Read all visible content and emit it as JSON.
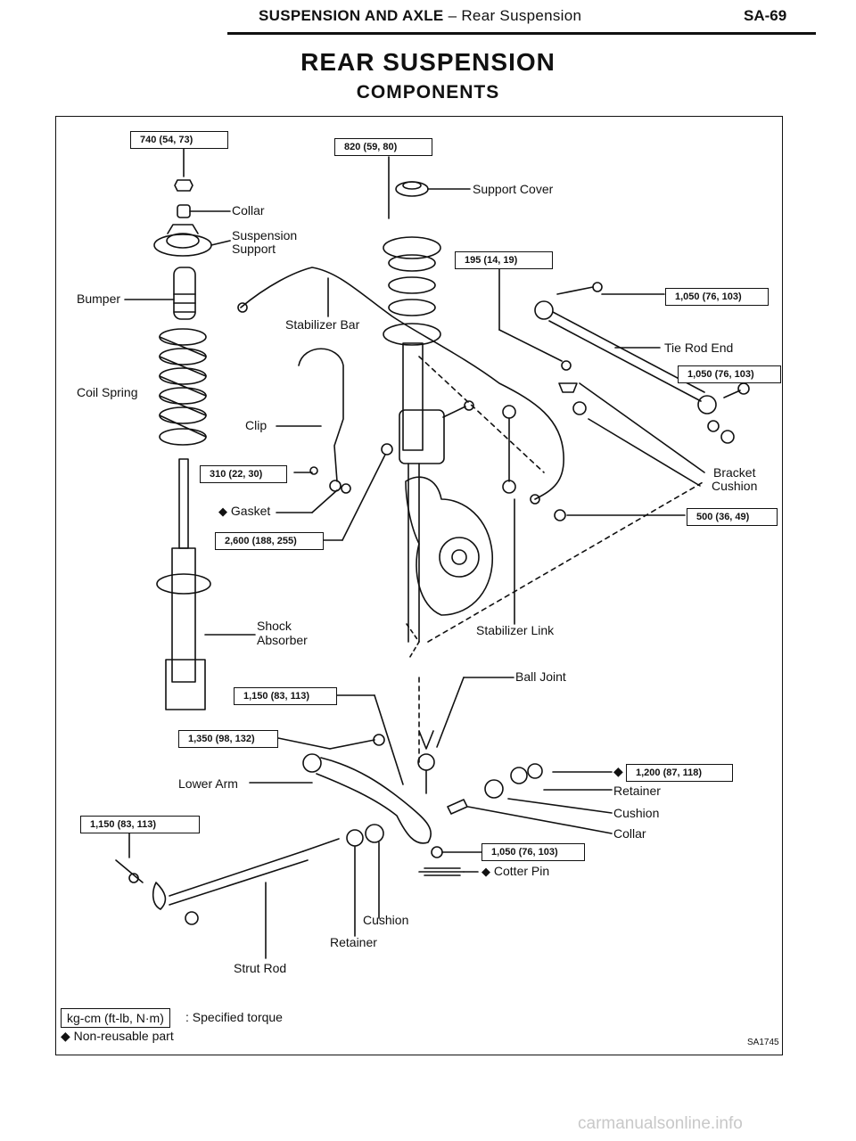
{
  "header": {
    "section": "SUSPENSION AND AXLE",
    "separator": "–",
    "subsection": "Rear Suspension",
    "page": "SA-69"
  },
  "title": "REAR SUSPENSION",
  "subtitle": "COMPONENTS",
  "torques": {
    "t740": "740 (54, 73)",
    "t820": "820 (59, 80)",
    "t195": "195 (14, 19)",
    "t1050a": "1,050 (76, 103)",
    "t1050b": "1,050 (76, 103)",
    "t310": "310 (22, 30)",
    "t2600": "2,600 (188, 255)",
    "t500": "500 (36, 49)",
    "t1150a": "1,150 (83, 113)",
    "t1350": "1,350 (98, 132)",
    "t1200": "1,200 (87, 118)",
    "t1150b": "1,150 (83, 113)",
    "t1050c": "1,050 (76, 103)"
  },
  "labels": {
    "collar_top": "Collar",
    "suspension": "Suspension",
    "support": "Support",
    "support_cover": "Support Cover",
    "bumper": "Bumper",
    "stabilizer_bar": "Stabilizer Bar",
    "tie_rod_end": "Tie Rod End",
    "coil_spring": "Coil Spring",
    "clip": "Clip",
    "bracket": "Bracket",
    "cushion_right": "Cushion",
    "gasket": "Gasket",
    "shock": "Shock",
    "absorber": "Absorber",
    "stabilizer_link": "Stabilizer Link",
    "ball_joint": "Ball Joint",
    "lower_arm": "Lower Arm",
    "retainer_right": "Retainer",
    "cushion_lower": "Cushion",
    "collar_lower": "Collar",
    "cotter_pin": "Cotter Pin",
    "cushion_bottom": "Cushion",
    "retainer_bottom": "Retainer",
    "strut_rod": "Strut Rod"
  },
  "nonreusable_mark": "◆",
  "legend": {
    "box": "kg-cm (ft-lb, N·m)",
    "text": ": Specified torque",
    "nonreusable": "◆ Non-reusable part"
  },
  "figure_code": "SA1745",
  "watermark": "carmanualsonline.info"
}
